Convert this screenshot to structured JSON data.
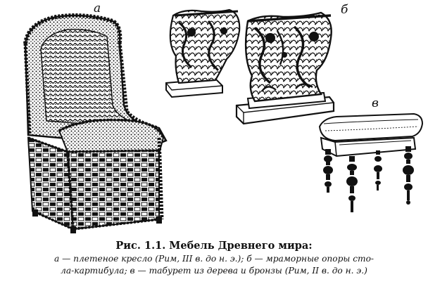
{
  "figure": {
    "labels": {
      "a": "а",
      "b": "б",
      "c": "в"
    },
    "panels": {
      "a": "wicker-armchair",
      "b": "marble-table-supports",
      "c": "stool"
    }
  },
  "caption": {
    "title": "Рис. 1.1. Мебель Древнего мира:",
    "line1": "а — плетеное кресло (Рим, III в. до н. э.); б — мраморные опоры сто-",
    "line2": "ла-картибула; в — табурет из дерева и бронзы (Рим, II в. до н. э.)"
  },
  "colors": {
    "ink": "#111111",
    "paper": "#ffffff"
  }
}
